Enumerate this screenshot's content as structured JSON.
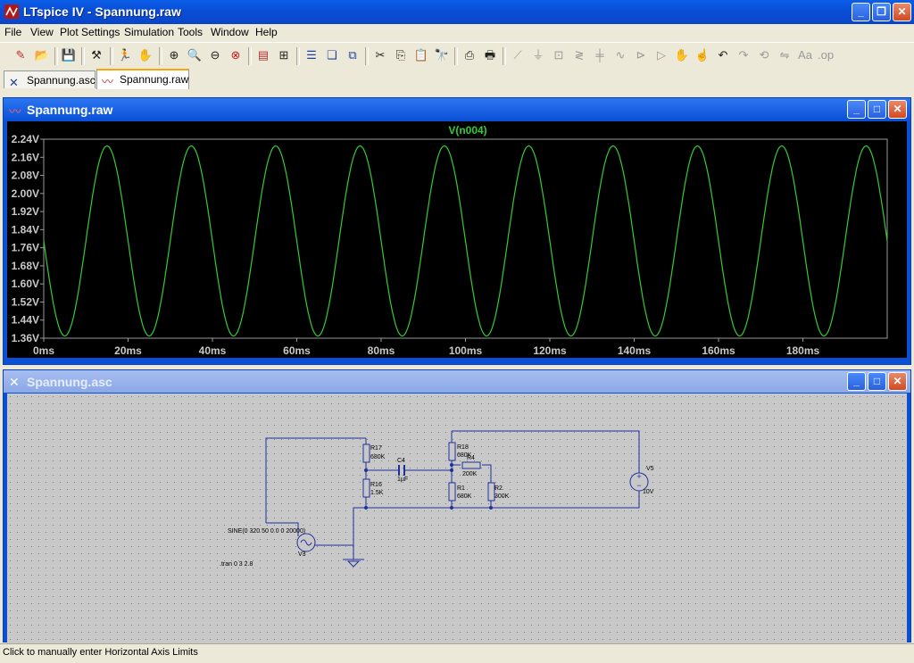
{
  "app": {
    "title": "LTspice IV - Spannung.raw"
  },
  "menu": [
    "File",
    "View",
    "Plot Settings",
    "Simulation",
    "Tools",
    "Window",
    "Help"
  ],
  "tabs": [
    {
      "label": "Spannung.asc",
      "active": false
    },
    {
      "label": "Spannung.raw",
      "active": true
    }
  ],
  "plot_window": {
    "title": "Spannung.raw",
    "trace_label": "V(n004)",
    "trace_color": "#33cc33"
  },
  "schematic_window": {
    "title": "Spannung.asc"
  },
  "chart_data": {
    "type": "line",
    "title": "V(n004)",
    "x_ticks": [
      "0ms",
      "20ms",
      "40ms",
      "60ms",
      "80ms",
      "100ms",
      "120ms",
      "140ms",
      "160ms",
      "180ms"
    ],
    "y_ticks": [
      "2.24V",
      "2.16V",
      "2.08V",
      "2.00V",
      "1.92V",
      "1.84V",
      "1.76V",
      "1.68V",
      "1.60V",
      "1.52V",
      "1.44V",
      "1.36V"
    ],
    "xlim": [
      0,
      200
    ],
    "ylim": [
      1.36,
      2.24
    ],
    "series": [
      {
        "name": "V(n004)",
        "waveform": "sine",
        "offset": 1.79,
        "amplitude": 0.42,
        "frequency_hz": 50,
        "phase_deg": 180
      }
    ]
  },
  "schematic": {
    "components": [
      {
        "ref": "R17",
        "value": "680K"
      },
      {
        "ref": "R16",
        "value": "1.5K"
      },
      {
        "ref": "C4",
        "value": "1µF"
      },
      {
        "ref": "R18",
        "value": "680K"
      },
      {
        "ref": "R4",
        "value": "200K"
      },
      {
        "ref": "R1",
        "value": "680K"
      },
      {
        "ref": "R2",
        "value": "300K"
      },
      {
        "ref": "V5",
        "value": "10V"
      },
      {
        "ref": "V3",
        "value": "SINE(0 320 50 0 0 0 20000)"
      }
    ],
    "directive": ".tran 0 3 2.8"
  },
  "status": {
    "text": "Click to manually enter Horizontal Axis Limits"
  }
}
